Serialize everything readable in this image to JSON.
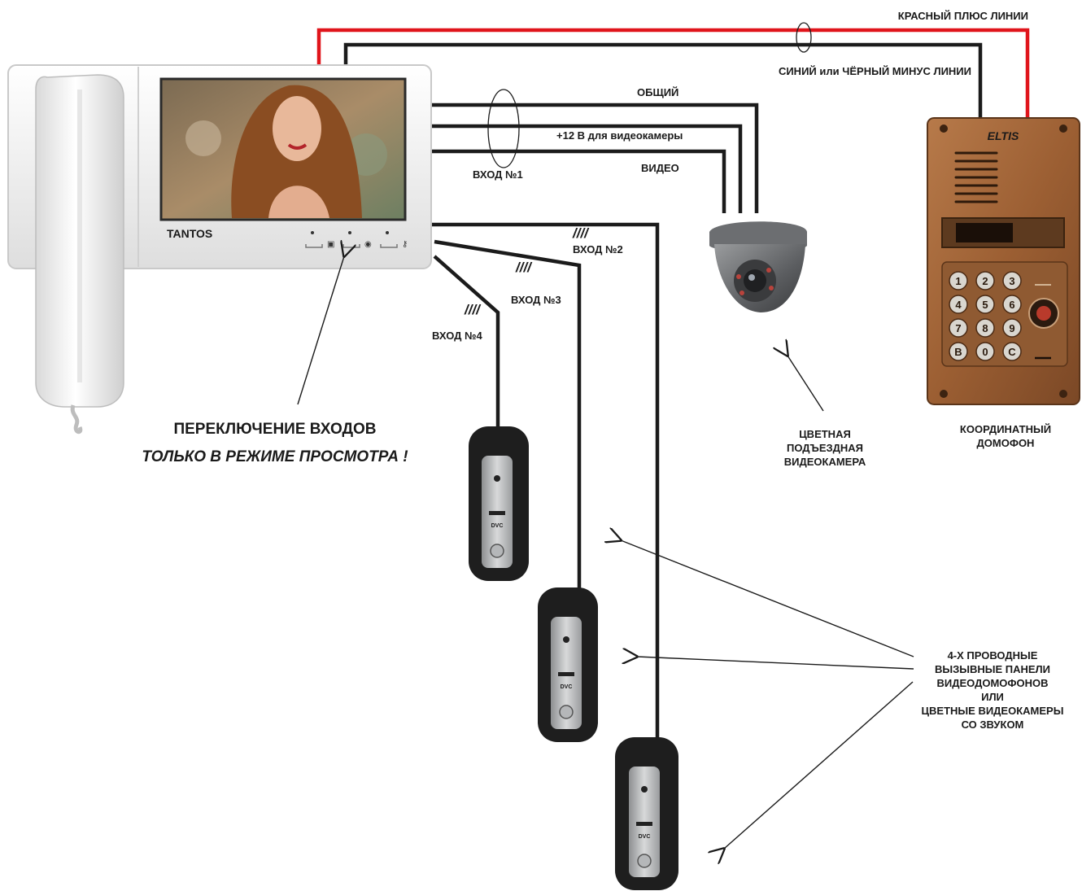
{
  "colors": {
    "red_wire": "#e0151b",
    "black_wire": "#1b1b1b",
    "monitor_body": "#f3f3f3",
    "panel_copper": "#a86a3e",
    "dome_gray": "#6d6f72",
    "text": "#1a1a1a"
  },
  "monitor": {
    "brand": "TANTOS",
    "buttons": [
      "▣",
      "◉",
      "⚷"
    ]
  },
  "intercom_panel": {
    "brand": "ELTIS",
    "keys": [
      "1",
      "2",
      "3",
      "4",
      "5",
      "6",
      "7",
      "8",
      "9",
      "B",
      "0",
      "C"
    ]
  },
  "call_panels": {
    "brand": "DVC"
  },
  "wire_labels": {
    "red_plus": "КРАСНЫЙ ПЛЮС ЛИНИИ",
    "blue_black_minus": "СИНИЙ или ЧЁРНЫЙ  МИНУС ЛИНИИ",
    "common": "ОБЩИЙ",
    "plus12": "+12 В для видеокамеры",
    "video": "ВИДЕО",
    "input1": "ВХОД №1",
    "input2": "ВХОД №2",
    "input3": "ВХОД №3",
    "input4": "ВХОД №4",
    "slash": "////"
  },
  "captions": {
    "switch_line1": "ПЕРЕКЛЮЧЕНИЕ  ВХОДОВ",
    "switch_line2": "ТОЛЬКО В РЕЖИМЕ ПРОСМОТРА !",
    "camera": [
      "ЦВЕТНАЯ",
      "ПОДЪЕЗДНАЯ",
      "ВИДЕОКАМЕРА"
    ],
    "intercom": [
      "КООРДИНАТНЫЙ",
      "ДОМОФОН"
    ],
    "panels": [
      "4-Х ПРОВОДНЫЕ",
      "ВЫЗЫВНЫЕ ПАНЕЛИ",
      "ВИДЕОДОМОФОНОВ",
      "ИЛИ",
      "ЦВЕТНЫЕ ВИДЕОКАМЕРЫ",
      "СО ЗВУКОМ"
    ]
  }
}
